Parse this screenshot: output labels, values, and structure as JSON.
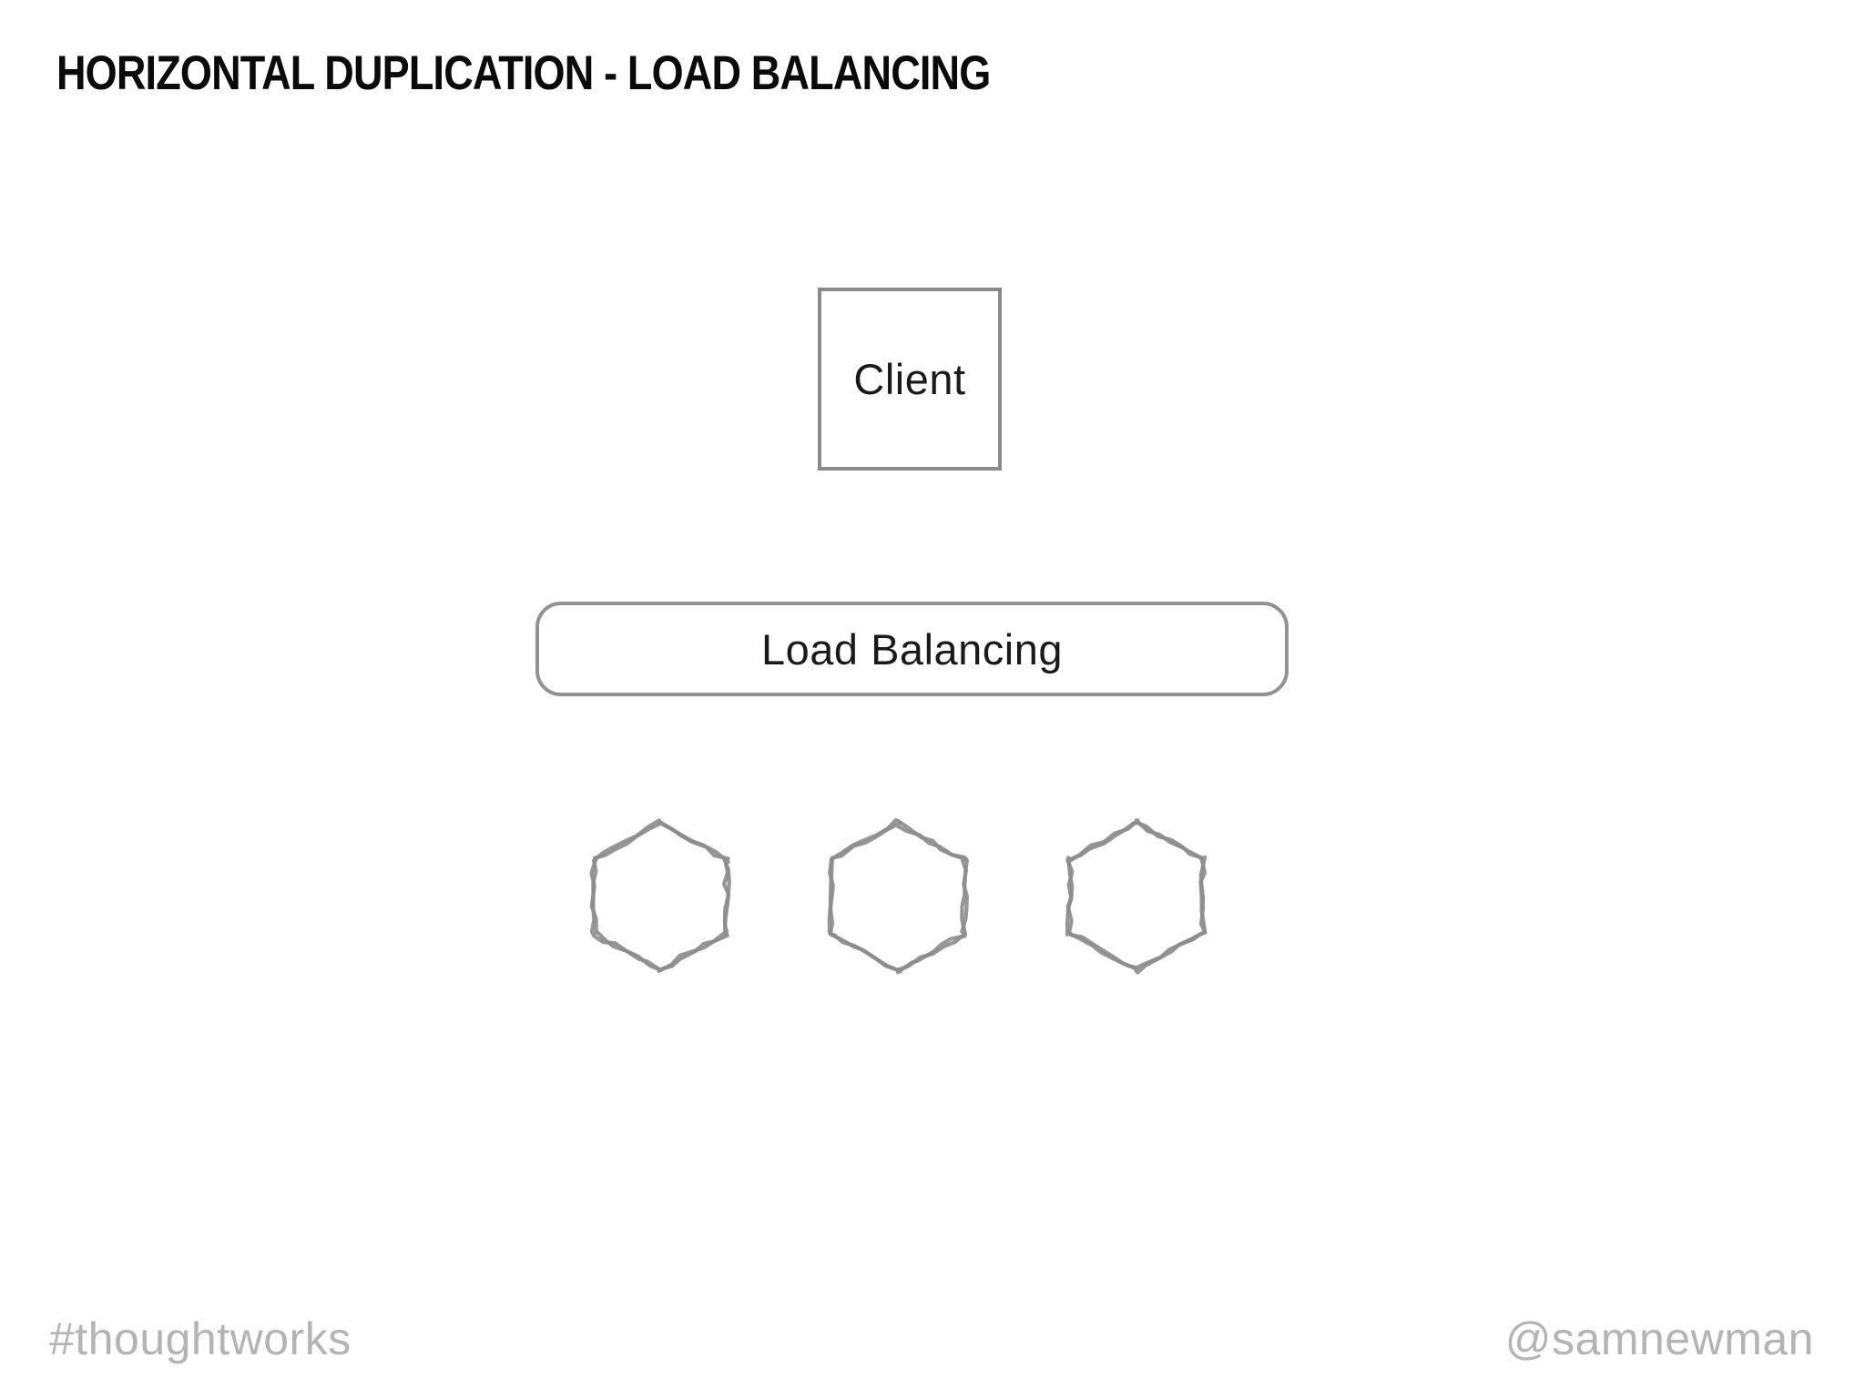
{
  "slide": {
    "title": "HORIZONTAL DUPLICATION - LOAD BALANCING",
    "client": {
      "label": "Client"
    },
    "load_balancer": {
      "label": "Load Balancing"
    },
    "services": {
      "count": 3,
      "shape": "hexagon"
    },
    "footer": {
      "hashtag": "#thoughtworks",
      "handle": "@samnewman"
    },
    "colors": {
      "background": "#ffffff",
      "title_text": "#0a0a0a",
      "body_text": "#1a1a1a",
      "box_border": "#8a8a8a",
      "hexagon_stroke": "#8c8c8c",
      "footer_text": "#b4b4b4"
    }
  }
}
